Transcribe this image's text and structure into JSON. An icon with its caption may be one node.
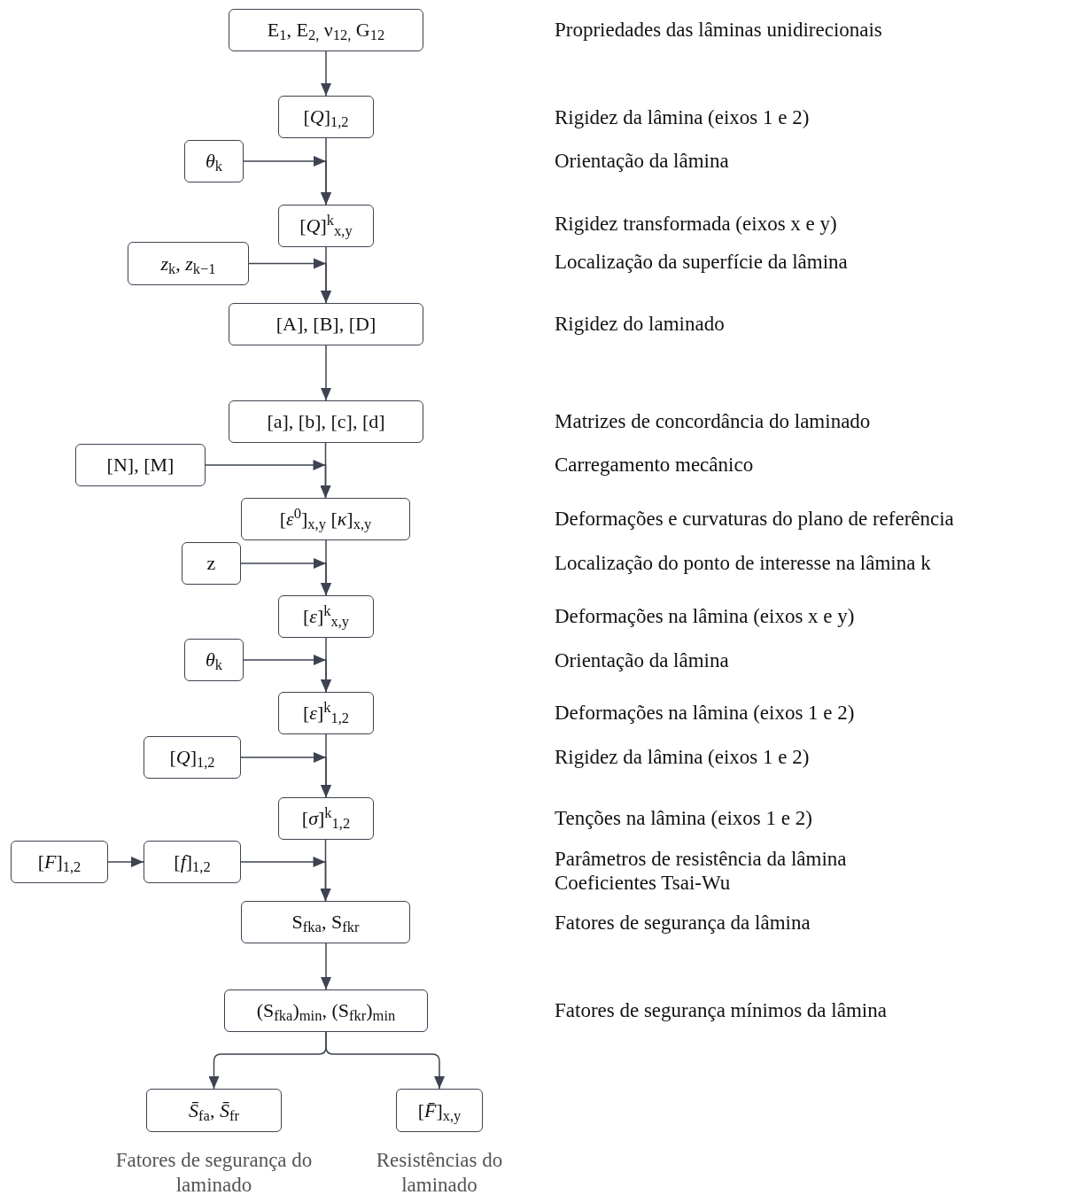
{
  "diagram": {
    "nodes": [
      {
        "text": [
          "E$_{1}$, E$_{2,}$ ν$_{12,}$ G$_{12}$"
        ]
      },
      {
        "text": [
          "[*Q*]$_{1,2}$"
        ]
      },
      {
        "text": [
          "*θ*$_{k}$"
        ]
      },
      {
        "text": [
          "[*Q*]$^{k}$$_{x,y}$"
        ]
      },
      {
        "text": [
          "*z*$_{k}$,  *z*$_{k−1}$"
        ]
      },
      {
        "text": [
          "[A], [B], [D]"
        ]
      },
      {
        "text": [
          "[a], [b], [c], [d]"
        ]
      },
      {
        "text": [
          "[N], [M]"
        ]
      },
      {
        "text": [
          "[*ε*$^{0}$]$_{x,y}$  [*κ*]$_{x,y}$"
        ]
      },
      {
        "text": [
          "z"
        ]
      },
      {
        "text": [
          "[*ε*]$^{k}$$_{x,y}$"
        ]
      },
      {
        "text": [
          "*θ*$_{k}$"
        ]
      },
      {
        "text": [
          "[*ε*]$^{k}$$_{1,2}$"
        ]
      },
      {
        "text": [
          "[*Q*]$_{1,2}$"
        ]
      },
      {
        "text": [
          "[*σ*]$^{k}$$_{1,2}$"
        ]
      },
      {
        "text": [
          "[*F*]$_{1,2}$"
        ]
      },
      {
        "text": [
          "[*f*]$_{1,2}$"
        ]
      },
      {
        "text": [
          "S$_{fka}$, S$_{fkr}$"
        ]
      },
      {
        "text": [
          "(S$_{fka}$)$_{min}$, (S$_{fkr}$)$_{min}$"
        ]
      },
      {
        "text": [
          "*S̄*$_{fa}$,  *S̄*$_{fr}$"
        ],
        "beside": [
          "Fatores de segurança do laminado"
        ]
      },
      {
        "text": [
          "[*F̄*]$_{x,y}$"
        ],
        "beside": [
          "Resistências do laminado"
        ]
      }
    ],
    "edges": [
      {
        "from": 0,
        "to": 1,
        "arrow": "to"
      },
      {
        "from": 1,
        "to": 3,
        "arrow": "to"
      },
      {
        "from": 2,
        "to": 3,
        "arrow": "to"
      },
      {
        "from": 3,
        "to": 5,
        "arrow": "to"
      },
      {
        "from": 4,
        "to": 5,
        "arrow": "to"
      },
      {
        "from": 5,
        "to": 6,
        "arrow": "to"
      },
      {
        "from": 6,
        "to": 8,
        "arrow": "to"
      },
      {
        "from": 7,
        "to": 8,
        "arrow": "to"
      },
      {
        "from": 8,
        "to": 10,
        "arrow": "to"
      },
      {
        "from": 9,
        "to": 10,
        "arrow": "to"
      },
      {
        "from": 10,
        "to": 12,
        "arrow": "to"
      },
      {
        "from": 11,
        "to": 12,
        "arrow": "to"
      },
      {
        "from": 12,
        "to": 14,
        "arrow": "to"
      },
      {
        "from": 13,
        "to": 14,
        "arrow": "to"
      },
      {
        "from": 14,
        "to": 17,
        "arrow": "to"
      },
      {
        "from": 15,
        "to": 16,
        "arrow": "to"
      },
      {
        "from": 16,
        "to": 17,
        "arrow": "to"
      },
      {
        "from": 17,
        "to": 18,
        "arrow": "to"
      },
      {
        "from": 18,
        "to": 19,
        "arrow": "to"
      },
      {
        "from": 18,
        "to": 20,
        "arrow": "to"
      }
    ],
    "labels": [
      "Propriedades das lâminas unidirecionais",
      "Rigidez da lâmina (eixos 1 e 2)",
      "Orientação da lâmina",
      "Rigidez transformada (eixos x e y)",
      "Localização da superfície da lâmina",
      "Rigidez do laminado",
      "Matrizes de concordância do laminado",
      "Carregamento mecânico",
      "Deformações e curvaturas do plano de referência",
      "Localização do ponto de interesse na lâmina k",
      "Deformações na lâmina (eixos x e y)",
      "Orientação da lâmina",
      "Deformações na lâmina (eixos 1 e 2)",
      "Rigidez da lâmina (eixos 1 e 2)",
      "Tenções na lâmina (eixos 1 e 2)",
      "Parâmetros de resistência da lâmina",
      "Coeficientes Tsai-Wu",
      "Fatores de segurança da lâmina",
      "Fatores de segurança mínimos da lâmina"
    ]
  }
}
